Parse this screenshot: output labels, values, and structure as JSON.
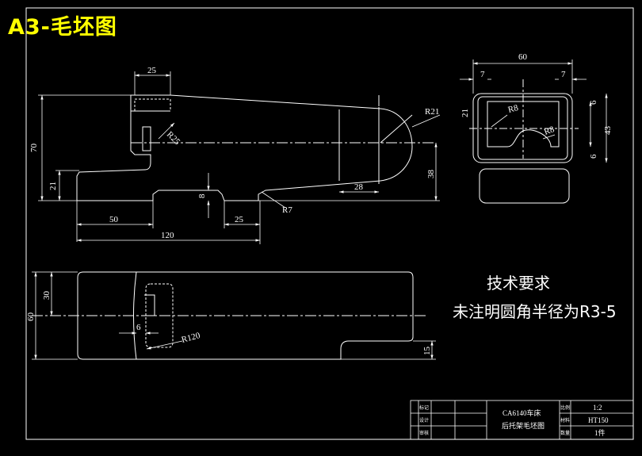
{
  "sheet_title": "A3-毛坯图",
  "requirements": {
    "heading": "技术要求",
    "line1": "未注明圆角半径为R3-5"
  },
  "front_view_dims": {
    "d25_top": "25",
    "d70": "70",
    "d21": "21",
    "d50": "50",
    "d120": "120",
    "d8": "8",
    "d25_bot": "25",
    "d28": "28",
    "d38": "38",
    "r21": "R21",
    "r25": "R25",
    "r7": "R7"
  },
  "side_view_dims": {
    "d60": "60",
    "d7_left": "7",
    "d7_right": "7",
    "d21": "21",
    "d6_top": "6",
    "d43": "43",
    "d6_bot": "6",
    "r8_a": "R8",
    "r8_b": "R8"
  },
  "top_view_dims": {
    "d60": "60",
    "d30": "30",
    "d6": "6",
    "d15": "15",
    "r120": "R120"
  },
  "title_block": {
    "left_labels": [
      "标记",
      "设计",
      "审核"
    ],
    "part_line1": "CA6140车床",
    "part_line2": "后托架毛坯图",
    "scale_label": "比例",
    "scale_value": "1:2",
    "material_label": "材料",
    "material_value": "HT150",
    "qty_label": "数量",
    "qty_value": "1件"
  },
  "colors": {
    "outline": "#ffffff",
    "frame": "#ffffff",
    "title": "#ffff00"
  }
}
